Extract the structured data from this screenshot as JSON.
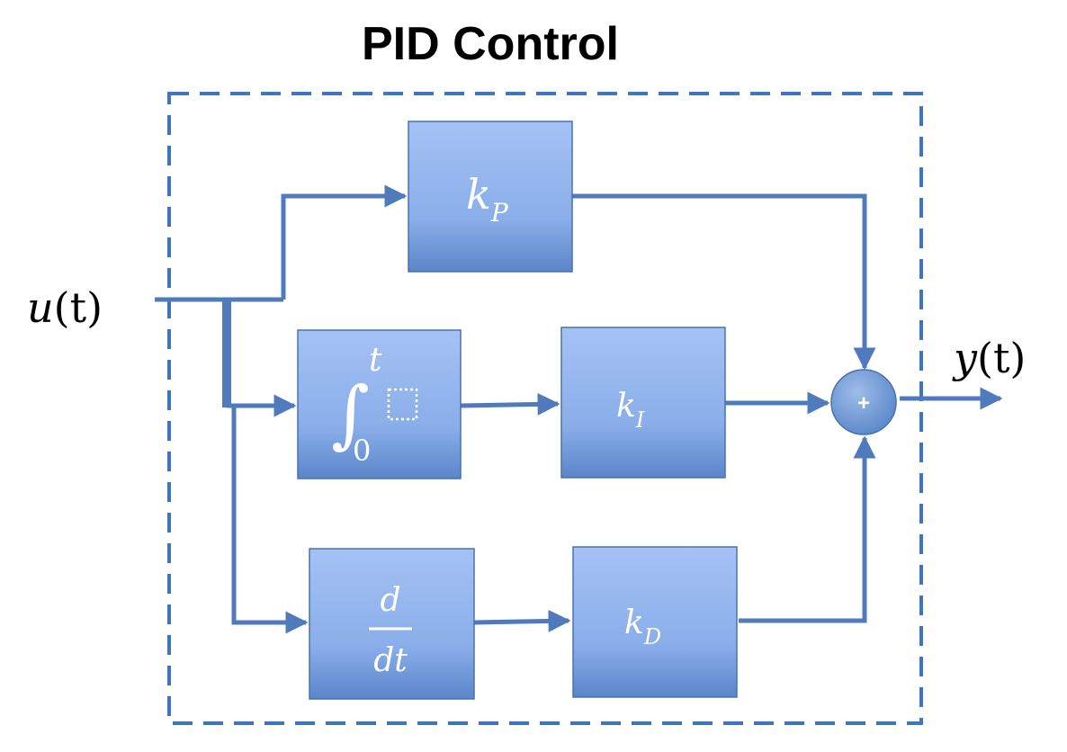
{
  "title": "PID Control",
  "input": {
    "func": "u",
    "arg": "(t)"
  },
  "output": {
    "func": "y",
    "arg": "(t)"
  },
  "blocks": {
    "proportional": {
      "main": "k",
      "sub": "P"
    },
    "integral_op": {
      "integral": "∫",
      "upper": "t",
      "lower": "0",
      "placeholder": "⬚"
    },
    "integral_gain": {
      "main": "k",
      "sub": "I"
    },
    "derivative_op": {
      "numerator": "d",
      "denominator": "dt"
    },
    "derivative_gain": {
      "main": "k",
      "sub": "D"
    }
  },
  "summing_junction": {
    "symbol": "+"
  },
  "colors": {
    "wire": "#4f7bbd",
    "block_top": "#a4c2f4",
    "block_bottom": "#5a86c9",
    "boundary": "#3f74bf"
  }
}
